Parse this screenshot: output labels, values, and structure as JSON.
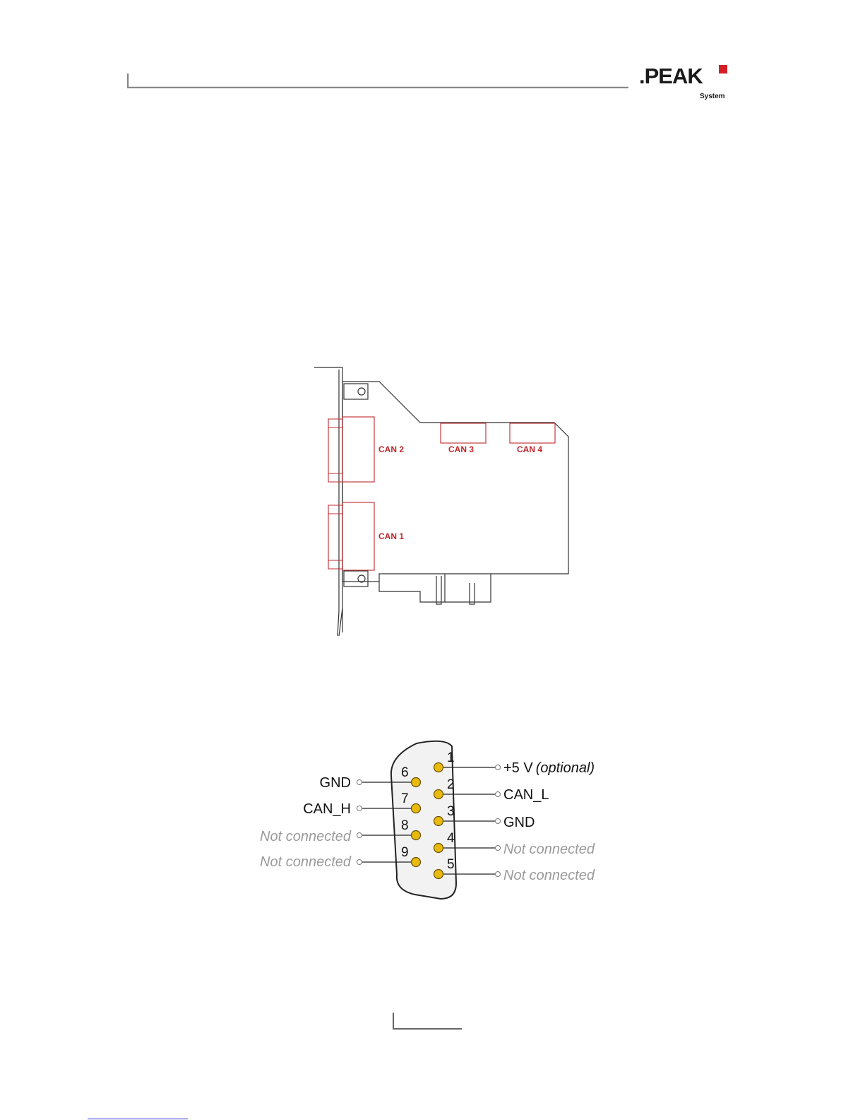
{
  "header": {
    "logo_text": ".PEAK",
    "logo_sub": "System",
    "brand_color": "#d31f26"
  },
  "card_diagram": {
    "accent": "#c0282c",
    "ports": [
      "CAN 1",
      "CAN 2",
      "CAN 3",
      "CAN 4"
    ]
  },
  "dsub_diagram": {
    "pins": [
      {
        "num": "1",
        "label": "+5 V",
        "note": "(optional)"
      },
      {
        "num": "2",
        "label": "CAN_L"
      },
      {
        "num": "3",
        "label": "GND"
      },
      {
        "num": "4",
        "label": "Not connected"
      },
      {
        "num": "5",
        "label": "Not connected"
      },
      {
        "num": "6",
        "label": "GND"
      },
      {
        "num": "7",
        "label": "CAN_H"
      },
      {
        "num": "8",
        "label": "Not connected"
      },
      {
        "num": "9",
        "label": "Not connected"
      }
    ],
    "pin_color": "#e8b90f",
    "nc_color": "#9a9a9a"
  }
}
